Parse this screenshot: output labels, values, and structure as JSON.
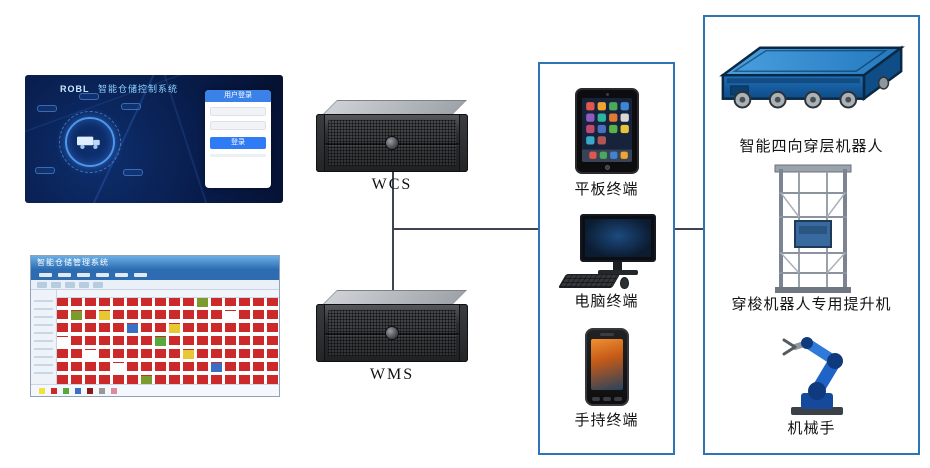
{
  "screens": {
    "wcs": {
      "brand": "ROBL",
      "title": "智能仓储控制系统",
      "login_title": "用户登录",
      "login_button": "登录"
    },
    "wms": {
      "title": "智能仓储管理系统"
    }
  },
  "servers": {
    "wcs_label": "WCS",
    "wms_label": "WMS"
  },
  "terminals": {
    "tablet": "平板终端",
    "desktop": "电脑终端",
    "handheld": "手持终端"
  },
  "devices": {
    "shuttle": "智能四向穿层机器人",
    "lift": "穿梭机器人专用提升机",
    "arm": "机械手"
  },
  "colors": {
    "box_border": "#2e75b6",
    "connector": "#3f4550"
  }
}
